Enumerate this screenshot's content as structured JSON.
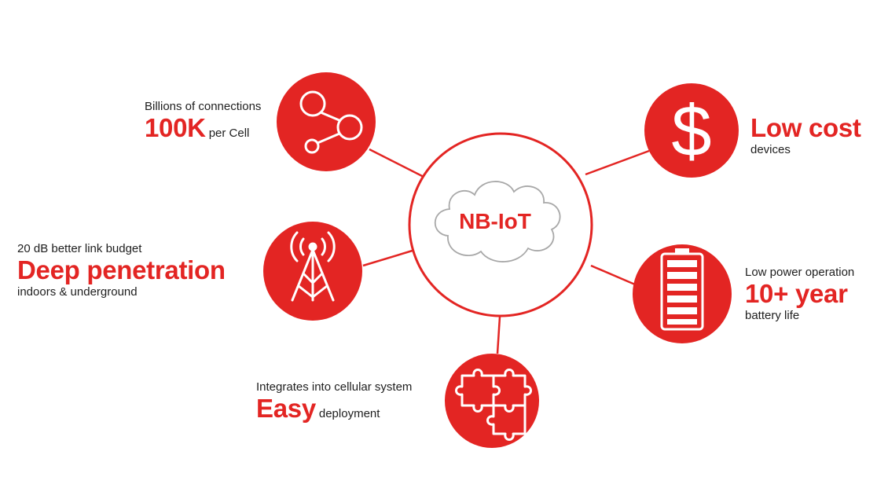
{
  "center": {
    "label": "NB-IoT"
  },
  "features": {
    "connections": {
      "top": "Billions of connections",
      "big": "100K",
      "inline": "per Cell",
      "icon": "network-nodes-icon"
    },
    "penetration": {
      "top": "20 dB better link budget",
      "big": "Deep penetration",
      "bottom": "indoors & underground",
      "icon": "antenna-tower-icon"
    },
    "deployment": {
      "top": "Integrates into cellular system",
      "big": "Easy",
      "inline": "deployment",
      "icon": "puzzle-icon"
    },
    "cost": {
      "big": "Low cost",
      "bottom": "devices",
      "icon": "dollar-icon"
    },
    "battery": {
      "top": "Low power operation",
      "big": "10+ year",
      "bottom": "battery life",
      "icon": "battery-icon"
    }
  },
  "colors": {
    "accent": "#e32523",
    "text": "#1e1e1e",
    "background": "#ffffff"
  }
}
